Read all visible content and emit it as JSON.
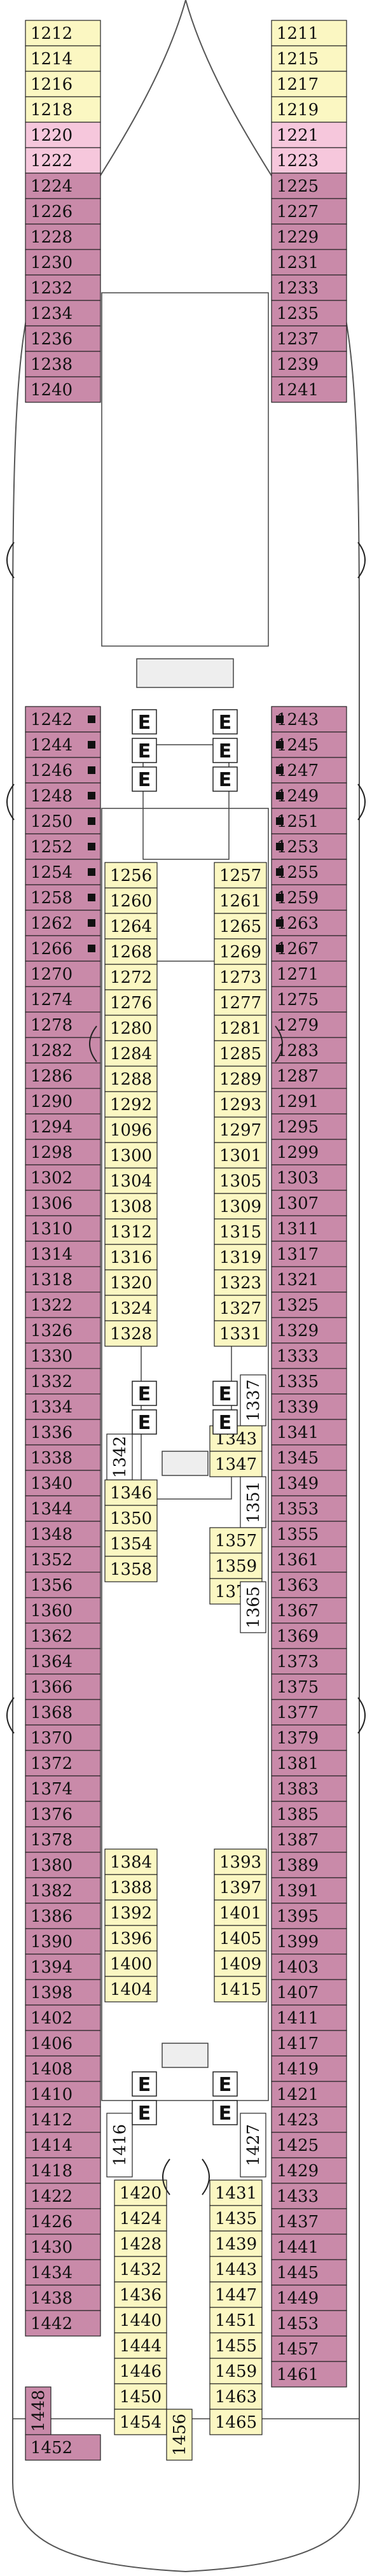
{
  "colors": {
    "pink": "#c98aa9",
    "yellow": "#fbf7c2",
    "light_pink": "#f6c7dc",
    "hull": "#ffffff",
    "outline": "#222222"
  },
  "elevator_label": "E",
  "cabins": {
    "left_outer_a": [
      "1212",
      "1214",
      "1216",
      "1218",
      "1220",
      "1222",
      "1224",
      "1226",
      "1228",
      "1230",
      "1232",
      "1234",
      "1236",
      "1238",
      "1240"
    ],
    "right_outer_a": [
      "1211",
      "1215",
      "1217",
      "1219",
      "1221",
      "1223",
      "1225",
      "1227",
      "1229",
      "1231",
      "1233",
      "1235",
      "1237",
      "1239",
      "1241"
    ],
    "left_outer_b": [
      "1242",
      "1244",
      "1246",
      "1248",
      "1250",
      "1252",
      "1254",
      "1258",
      "1262",
      "1266",
      "1270",
      "1274",
      "1278",
      "1282",
      "1286",
      "1290",
      "1294",
      "1298",
      "1302",
      "1306",
      "1310",
      "1314",
      "1318",
      "1322",
      "1326",
      "1330",
      "1332",
      "1334",
      "1336",
      "1338",
      "1340",
      "1344",
      "1348",
      "1352",
      "1356",
      "1360",
      "1362",
      "1364",
      "1366",
      "1368",
      "1370",
      "1372",
      "1374",
      "1376",
      "1378",
      "1380",
      "1382",
      "1386",
      "1390",
      "1394",
      "1398",
      "1402",
      "1406",
      "1408",
      "1410",
      "1412",
      "1414",
      "1418",
      "1422",
      "1426",
      "1430",
      "1434",
      "1438",
      "1442"
    ],
    "right_outer_b": [
      "1243",
      "1245",
      "1247",
      "1249",
      "1251",
      "1253",
      "1255",
      "1259",
      "1263",
      "1267",
      "1271",
      "1275",
      "1279",
      "1283",
      "1287",
      "1291",
      "1295",
      "1299",
      "1303",
      "1307",
      "1311",
      "1317",
      "1321",
      "1325",
      "1329",
      "1333",
      "1335",
      "1339",
      "1341",
      "1345",
      "1349",
      "1353",
      "1355",
      "1361",
      "1363",
      "1367",
      "1369",
      "1373",
      "1375",
      "1377",
      "1379",
      "1381",
      "1383",
      "1385",
      "1387",
      "1389",
      "1391",
      "1395",
      "1399",
      "1403",
      "1407",
      "1411",
      "1417",
      "1419",
      "1421",
      "1423",
      "1425",
      "1429",
      "1433",
      "1437",
      "1441",
      "1445",
      "1449",
      "1453",
      "1457",
      "1461"
    ],
    "left_inner_a": [
      "1256",
      "1260",
      "1264",
      "1268",
      "1272",
      "1276",
      "1280",
      "1284",
      "1288",
      "1292",
      "1096",
      "1300",
      "1304",
      "1308",
      "1312",
      "1316",
      "1320",
      "1324",
      "1328"
    ],
    "right_inner_a": [
      "1257",
      "1261",
      "1265",
      "1269",
      "1273",
      "1277",
      "1281",
      "1285",
      "1289",
      "1293",
      "1297",
      "1301",
      "1305",
      "1309",
      "1315",
      "1319",
      "1323",
      "1327",
      "1331"
    ],
    "left_inner_b": [
      "1346",
      "1350",
      "1354",
      "1358"
    ],
    "left_inner_b_vertical": "1342",
    "right_inner_b": [
      "1343",
      "1347"
    ],
    "right_inner_b_vertical": [
      "1337",
      "1351"
    ],
    "right_inner_c": [
      "1357",
      "1359",
      "1371"
    ],
    "right_inner_c_vertical": "1365",
    "left_inner_d": [
      "1384",
      "1388",
      "1392",
      "1396",
      "1400",
      "1404"
    ],
    "right_inner_d": [
      "1393",
      "1397",
      "1401",
      "1405",
      "1409",
      "1415"
    ],
    "left_aft_vertical": "1416",
    "right_aft_vertical": "1427",
    "left_inner_e": [
      "1420",
      "1424",
      "1428",
      "1432",
      "1436",
      "1440",
      "1444",
      "1446",
      "1450",
      "1454"
    ],
    "right_inner_e": [
      "1431",
      "1435",
      "1439",
      "1443",
      "1447",
      "1451",
      "1455",
      "1459",
      "1463",
      "1465"
    ],
    "stern_vertical": "1448",
    "stern_left": "1452",
    "stern_left_vertical": "1456"
  }
}
